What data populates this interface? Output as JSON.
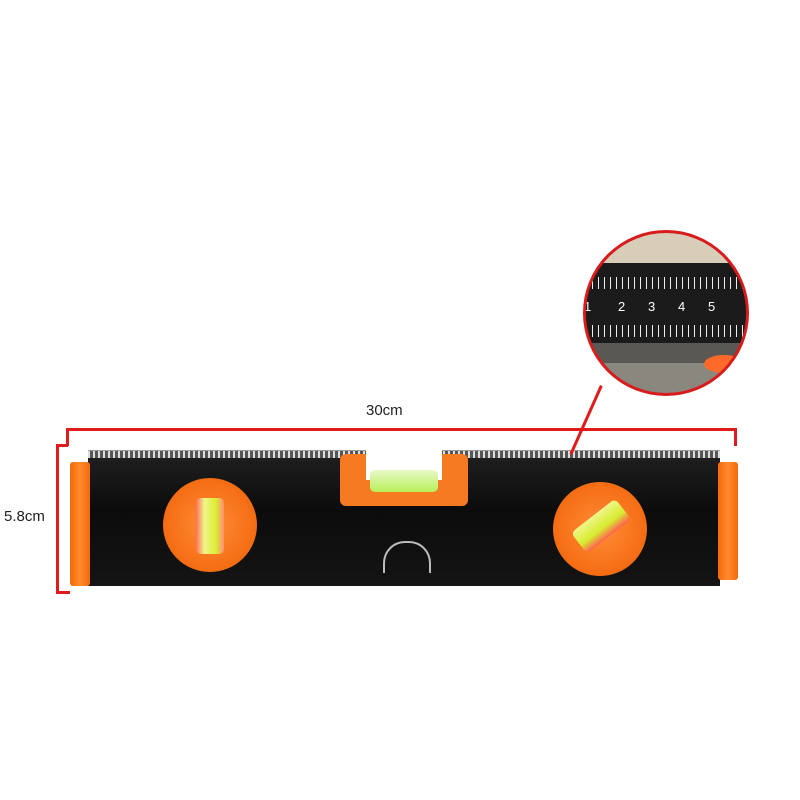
{
  "dimensions": {
    "width_label": "30cm",
    "height_label": "5.8cm",
    "line_color": "#e01b1b"
  },
  "product": {
    "name": "spirit level",
    "body_color": "#121212",
    "accent_color": "#f47216",
    "bubble_color": "#d9f03a"
  },
  "magnifier": {
    "ruler_numbers": [
      "1",
      "2",
      "3",
      "4",
      "5"
    ]
  }
}
